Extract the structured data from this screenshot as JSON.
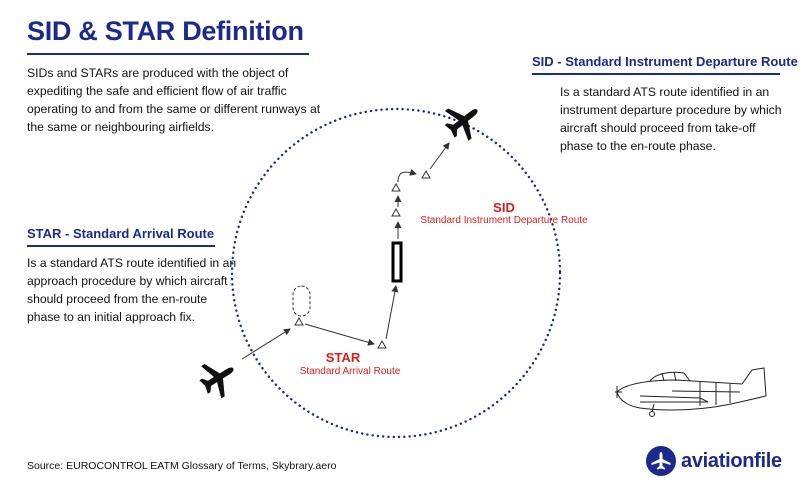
{
  "title": "SID & STAR Definition",
  "intro": "SIDs and STARs are produced with the object of expediting the safe and efficient flow of air traffic operating to and from the same or different runways at the same or neighbouring airfields.",
  "sid": {
    "heading": "SID - Standard Instrument Departure Route",
    "description": "Is a standard ATS route identified in an instrument departure procedure by which aircraft should proceed from take-off phase to the en-route phase.",
    "diagram_label": "SID",
    "diagram_sublabel": "Standard Instrument Departure Route"
  },
  "star": {
    "heading": "STAR - Standard Arrival Route",
    "description": "Is a standard ATS route identified in an approach procedure by which aircraft should proceed from the en-route phase to an initial approach fix.",
    "diagram_label": "STAR",
    "diagram_sublabel": "Standard Arrival Route"
  },
  "source": "Source: EUROCONTROL EATM Glossary of Terms, Skybrary.aero",
  "brand": {
    "name": "aviationfile",
    "icon": "airplane-icon"
  },
  "colors": {
    "navy": "#1b2a8c",
    "red": "#d81e1e"
  }
}
